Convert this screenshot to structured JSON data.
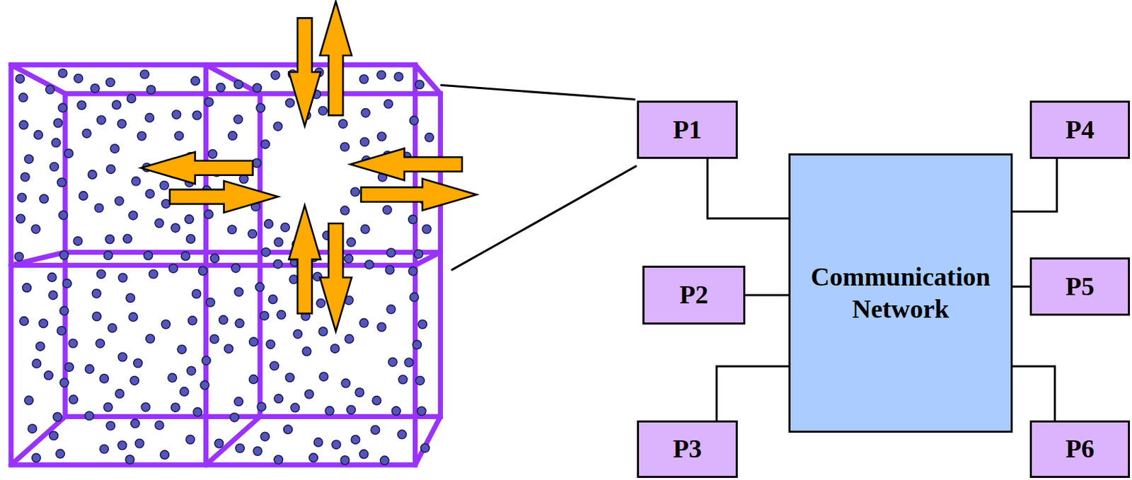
{
  "diagram": {
    "nodes": [
      {
        "text": [
          "P1"
        ]
      },
      {
        "text": [
          "P4"
        ]
      },
      {
        "text": [
          "P2"
        ]
      },
      {
        "text": [
          "Communication Network"
        ]
      },
      {
        "text": [
          "P5"
        ]
      },
      {
        "text": [
          "P3"
        ]
      },
      {
        "text": [
          "P6"
        ]
      }
    ],
    "edges": [
      {
        "from": 0,
        "to": 3,
        "arrow": "none"
      },
      {
        "from": 1,
        "to": 3,
        "arrow": "none"
      },
      {
        "from": 2,
        "to": 3,
        "arrow": "none"
      },
      {
        "from": 4,
        "to": 3,
        "arrow": "none"
      },
      {
        "from": 5,
        "to": 3,
        "arrow": "none"
      },
      {
        "from": 6,
        "to": 3,
        "arrow": "none"
      }
    ]
  }
}
